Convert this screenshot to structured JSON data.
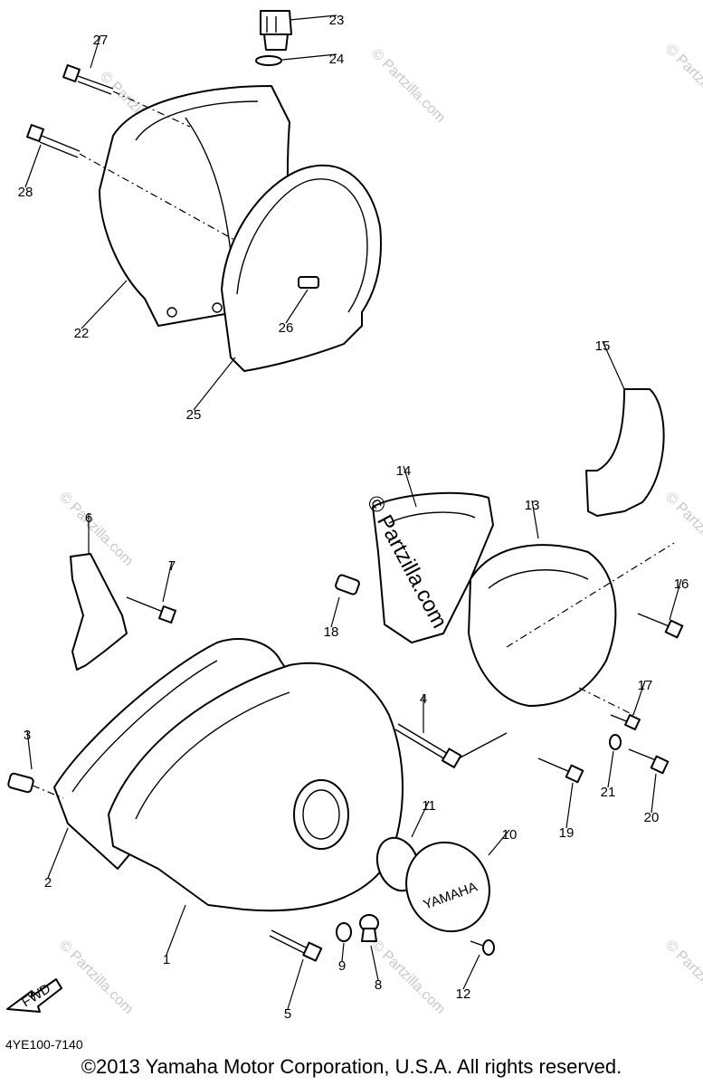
{
  "callouts": [
    {
      "id": "1",
      "label": "1"
    },
    {
      "id": "2",
      "label": "2"
    },
    {
      "id": "3",
      "label": "3"
    },
    {
      "id": "4",
      "label": "4"
    },
    {
      "id": "5",
      "label": "5"
    },
    {
      "id": "6",
      "label": "6"
    },
    {
      "id": "7",
      "label": "7"
    },
    {
      "id": "8",
      "label": "8"
    },
    {
      "id": "9",
      "label": "9"
    },
    {
      "id": "10",
      "label": "10"
    },
    {
      "id": "11",
      "label": "11"
    },
    {
      "id": "12",
      "label": "12"
    },
    {
      "id": "13",
      "label": "13"
    },
    {
      "id": "14",
      "label": "14"
    },
    {
      "id": "15",
      "label": "15"
    },
    {
      "id": "16",
      "label": "16"
    },
    {
      "id": "17",
      "label": "17"
    },
    {
      "id": "18",
      "label": "18"
    },
    {
      "id": "19",
      "label": "19"
    },
    {
      "id": "20",
      "label": "20"
    },
    {
      "id": "21",
      "label": "21"
    },
    {
      "id": "22",
      "label": "22"
    },
    {
      "id": "23",
      "label": "23"
    },
    {
      "id": "24",
      "label": "24"
    },
    {
      "id": "25",
      "label": "25"
    },
    {
      "id": "26",
      "label": "26"
    },
    {
      "id": "27",
      "label": "27"
    },
    {
      "id": "28",
      "label": "28"
    }
  ],
  "labels": {
    "fwd": "FWD",
    "cover_brand": "YAMAHA",
    "watermark": "© Partzilla.com",
    "watermark_small": "© Partzilla.com",
    "diagram_code": "4YE100-7140",
    "copyright": "©2013 Yamaha Motor Corporation, U.S.A. All rights reserved."
  },
  "colors": {
    "ink": "#000000",
    "paper": "#ffffff",
    "watermark": "#c8c8c8"
  }
}
